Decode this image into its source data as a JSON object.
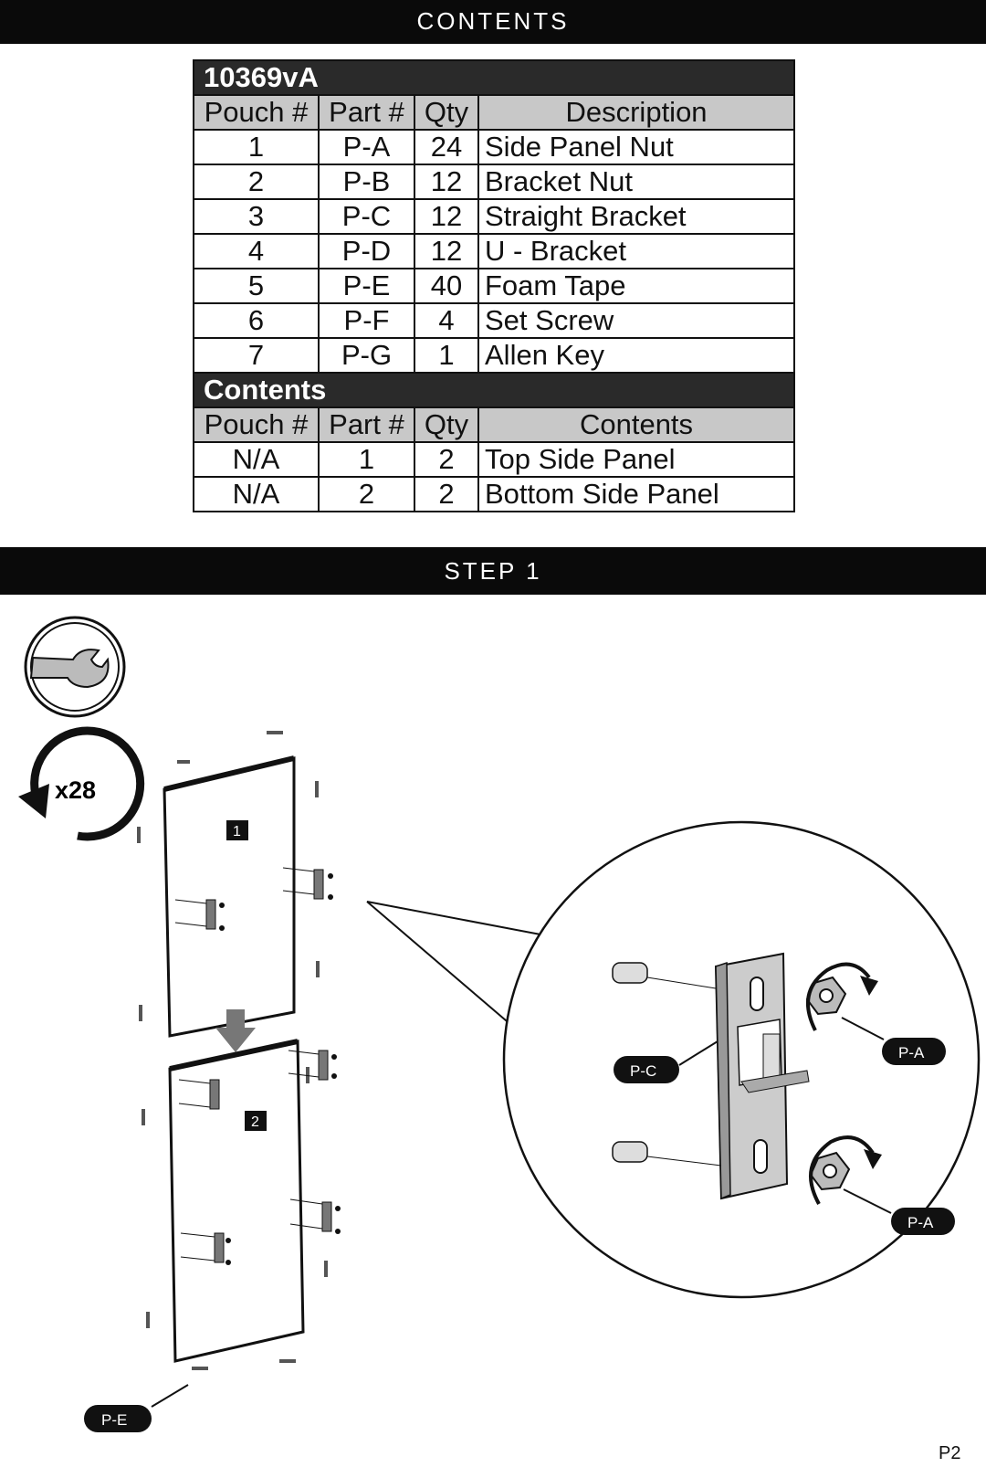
{
  "contents_banner": "CONTENTS",
  "step_banner": "STEP 1",
  "hardware_table": {
    "title": "10369vA",
    "headers": [
      "Pouch #",
      "Part #",
      "Qty",
      "Description"
    ],
    "rows": [
      [
        "1",
        "P-A",
        "24",
        "Side Panel Nut"
      ],
      [
        "2",
        "P-B",
        "12",
        "Bracket Nut"
      ],
      [
        "3",
        "P-C",
        "12",
        "Straight Bracket"
      ],
      [
        "4",
        "P-D",
        "12",
        "U - Bracket"
      ],
      [
        "5",
        "P-E",
        "40",
        "Foam Tape"
      ],
      [
        "6",
        "P-F",
        "4",
        "Set Screw"
      ],
      [
        "7",
        "P-G",
        "1",
        "Allen Key"
      ]
    ]
  },
  "contents_table": {
    "title": "Contents",
    "headers": [
      "Pouch #",
      "Part #",
      "Qty",
      "Contents"
    ],
    "rows": [
      [
        "N/A",
        "1",
        "2",
        "Top Side Panel"
      ],
      [
        "N/A",
        "2",
        "2",
        "Bottom Side Panel"
      ]
    ]
  },
  "step1": {
    "tool_icon": "wrench-icon",
    "rotate_icon": "rotate-counterclockwise-icon",
    "repeat_count": "x28",
    "panel_numbers": [
      "1",
      "2"
    ],
    "callouts": {
      "nut_top": "P-A",
      "nut_bottom": "P-A",
      "bracket": "P-C",
      "foam_tape": "P-E"
    }
  },
  "page_number": "P2"
}
